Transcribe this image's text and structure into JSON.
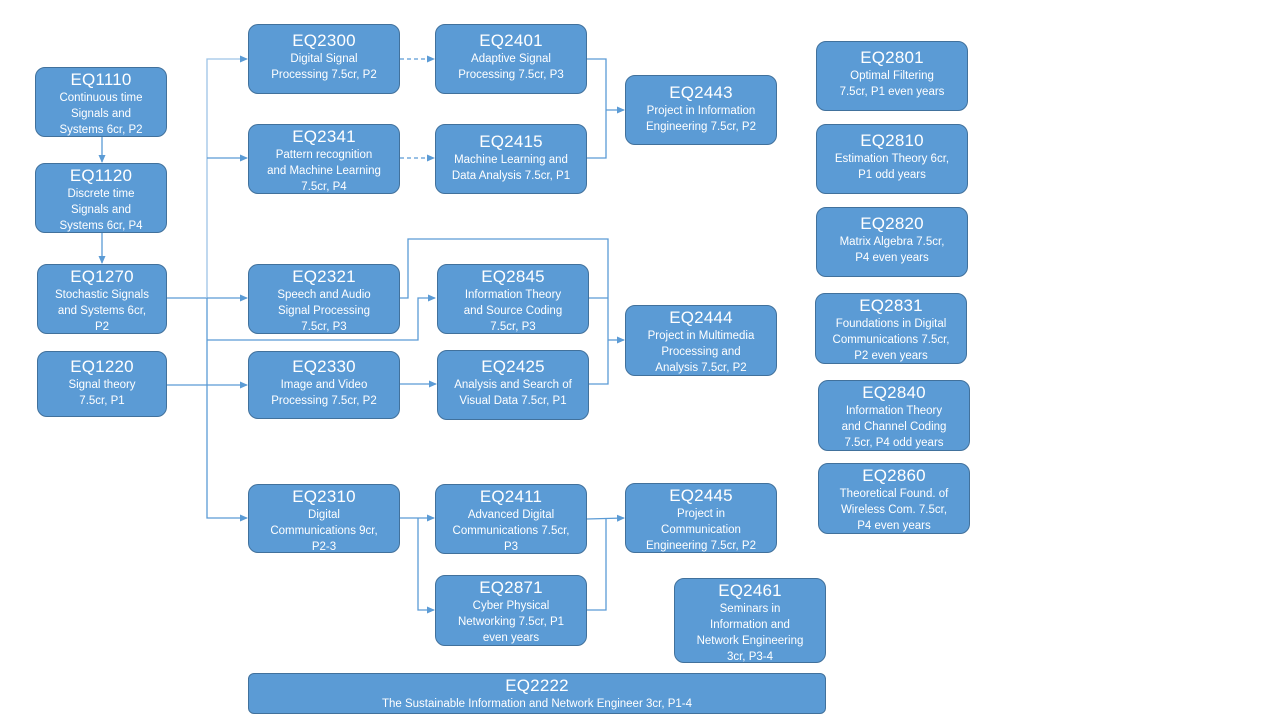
{
  "diagram": {
    "colors": {
      "box_fill": "#5b9bd5",
      "box_border": "#41719c",
      "line": "#5b9bd5",
      "text": "#ffffff"
    },
    "courses": {
      "EQ1110": {
        "code": "EQ1110",
        "desc": "Continuous time\nSignals and\nSystems 6cr, P2"
      },
      "EQ1120": {
        "code": "EQ1120",
        "desc": "Discrete time\nSignals and\nSystems 6cr, P4"
      },
      "EQ1270": {
        "code": "EQ1270",
        "desc": "Stochastic Signals\nand Systems  6cr,\nP2"
      },
      "EQ1220": {
        "code": "EQ1220",
        "desc": "Signal theory\n7.5cr, P1"
      },
      "EQ2300": {
        "code": "EQ2300",
        "desc": "Digital Signal\nProcessing 7.5cr, P2"
      },
      "EQ2341": {
        "code": "EQ2341",
        "desc": "Pattern recognition\nand Machine Learning\n7.5cr, P4"
      },
      "EQ2321": {
        "code": "EQ2321",
        "desc": "Speech  and Audio\nSignal Processing\n7.5cr, P3"
      },
      "EQ2330": {
        "code": "EQ2330",
        "desc": "Image and Video\nProcessing 7.5cr, P2"
      },
      "EQ2310": {
        "code": "EQ2310",
        "desc": "Digital\nCommunications 9cr,\nP2-3"
      },
      "EQ2401": {
        "code": "EQ2401",
        "desc": "Adaptive Signal\nProcessing 7.5cr, P3"
      },
      "EQ2415": {
        "code": "EQ2415",
        "desc": "Machine Learning and\nData Analysis 7.5cr, P1"
      },
      "EQ2845": {
        "code": "EQ2845",
        "desc": "Information Theory\nand Source Coding\n7.5cr, P3"
      },
      "EQ2425": {
        "code": "EQ2425",
        "desc": "Analysis and Search of\nVisual Data 7.5cr, P1"
      },
      "EQ2411": {
        "code": "EQ2411",
        "desc": "Advanced Digital\nCommunications 7.5cr,\nP3"
      },
      "EQ2871": {
        "code": "EQ2871",
        "desc": "Cyber Physical\nNetworking 7.5cr, P1\neven years"
      },
      "EQ2443": {
        "code": "EQ2443",
        "desc": "Project in Information\nEngineering 7.5cr, P2"
      },
      "EQ2444": {
        "code": "EQ2444",
        "desc": "Project in Multimedia\nProcessing and\nAnalysis 7.5cr, P2"
      },
      "EQ2445": {
        "code": "EQ2445",
        "desc": "Project in\nCommunication\nEngineering 7.5cr, P2"
      },
      "EQ2461": {
        "code": "EQ2461",
        "desc": "Seminars in\nInformation and\nNetwork  Engineering\n3cr, P3-4"
      },
      "EQ2222": {
        "code": "EQ2222",
        "desc": "The Sustainable Information and Network Engineer 3cr, P1-4"
      },
      "EQ2801": {
        "code": "EQ2801",
        "desc": "Optimal Filtering\n7.5cr, P1 even  years"
      },
      "EQ2810": {
        "code": "EQ2810",
        "desc": "Estimation Theory 6cr,\nP1 odd years"
      },
      "EQ2820": {
        "code": "EQ2820",
        "desc": "Matrix Algebra 7.5cr,\nP4 even years"
      },
      "EQ2831": {
        "code": "EQ2831",
        "desc": "Foundations in Digital\nCommunications 7.5cr,\nP2 even  years"
      },
      "EQ2840": {
        "code": "EQ2840",
        "desc": "Information Theory\nand Channel Coding\n7.5cr, P4 odd years"
      },
      "EQ2860": {
        "code": "EQ2860",
        "desc": "Theoretical Found. of\nWireless Com. 7.5cr,\nP4 even years"
      }
    },
    "edges": [
      {
        "from": "EQ1110",
        "to": "EQ1120",
        "style": "solid"
      },
      {
        "from": "EQ1120",
        "to": "EQ1270",
        "style": "solid"
      },
      {
        "from": "EQ1270",
        "to": "EQ2300",
        "style": "solid"
      },
      {
        "from": "EQ1270",
        "to": "EQ2341",
        "style": "solid"
      },
      {
        "from": "EQ1270",
        "to": "EQ2321",
        "style": "solid"
      },
      {
        "from": "EQ1220",
        "to": "EQ2330",
        "style": "solid"
      },
      {
        "from": "EQ1270",
        "to": "EQ2310",
        "style": "solid"
      },
      {
        "from": "EQ1270",
        "to": "EQ2845",
        "style": "solid"
      },
      {
        "from": "EQ2300",
        "to": "EQ2401",
        "style": "dashed"
      },
      {
        "from": "EQ2341",
        "to": "EQ2415",
        "style": "dashed"
      },
      {
        "from": "EQ2401",
        "to": "EQ2443",
        "style": "solid"
      },
      {
        "from": "EQ2415",
        "to": "EQ2443",
        "style": "solid"
      },
      {
        "from": "EQ2321",
        "to": "EQ2444",
        "style": "solid"
      },
      {
        "from": "EQ2845",
        "to": "EQ2444",
        "style": "solid"
      },
      {
        "from": "EQ2425",
        "to": "EQ2444",
        "style": "solid"
      },
      {
        "from": "EQ2330",
        "to": "EQ2425",
        "style": "solid"
      },
      {
        "from": "EQ2310",
        "to": "EQ2411",
        "style": "solid"
      },
      {
        "from": "EQ2310",
        "to": "EQ2871",
        "style": "solid"
      },
      {
        "from": "EQ2411",
        "to": "EQ2445",
        "style": "solid"
      },
      {
        "from": "EQ2871",
        "to": "EQ2445",
        "style": "solid"
      }
    ]
  }
}
